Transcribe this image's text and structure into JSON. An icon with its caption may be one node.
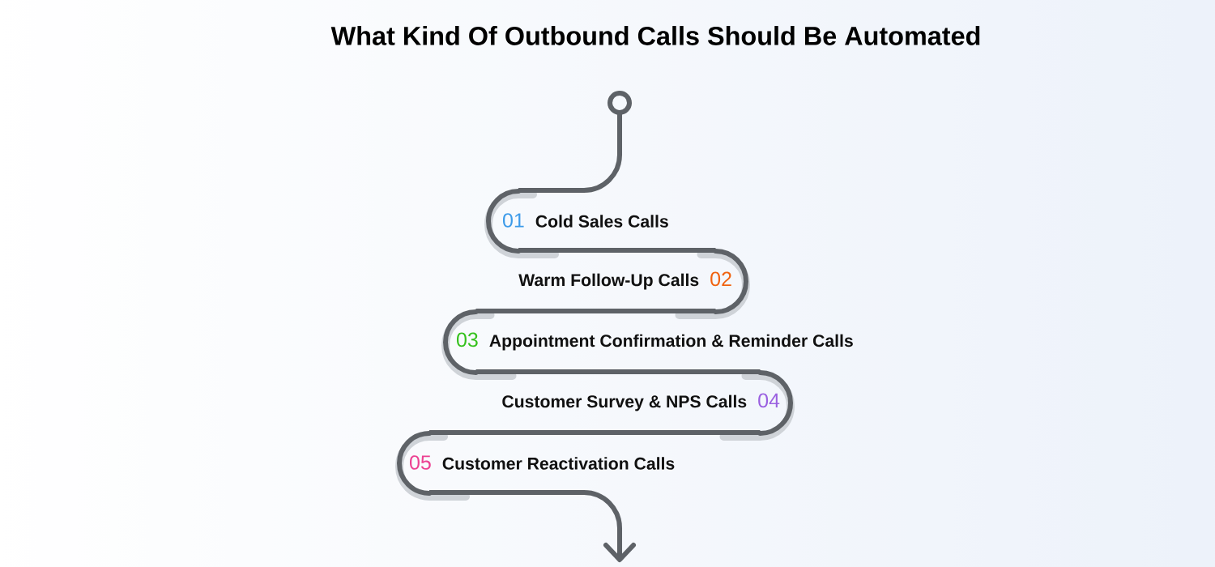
{
  "diagram": {
    "title": "What Kind Of Outbound Calls Should Be Automated",
    "nodes": [
      {
        "text": [],
        "shape": "circle"
      },
      {
        "text": [
          "01",
          "Cold Sales Calls"
        ]
      },
      {
        "text": [
          "Warm Follow-Up Calls",
          "02"
        ]
      },
      {
        "text": [
          "03",
          "Appointment Confirmation & Reminder Calls"
        ]
      },
      {
        "text": [
          "Customer Survey & NPS Calls",
          "04"
        ]
      },
      {
        "text": [
          "05",
          "Customer Reactivation Calls"
        ]
      }
    ],
    "edges": [
      {
        "from": 0,
        "to": 1,
        "arrow": "none"
      },
      {
        "from": 1,
        "to": 2,
        "arrow": "none"
      },
      {
        "from": 2,
        "to": 3,
        "arrow": "none"
      },
      {
        "from": 3,
        "to": 4,
        "arrow": "none"
      },
      {
        "from": 4,
        "to": 5,
        "arrow": "none"
      },
      {
        "from": 5,
        "to": null,
        "arrow": "to"
      }
    ]
  }
}
